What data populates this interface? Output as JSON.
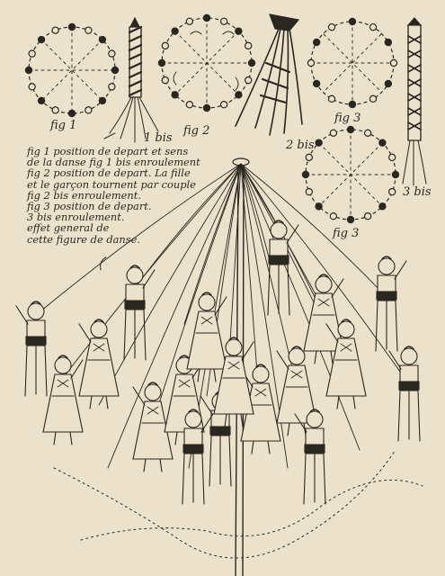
{
  "figure_labels": {
    "fig1": "fig 1",
    "fig1bis": "1 bis",
    "fig2": "fig 2",
    "fig3_top": "fig 3",
    "fig2bis": "2 bis",
    "fig3bis": "3 bis",
    "fig3_bottom": "fig 3"
  },
  "legend_lines": [
    "fig 1  position de depart et sens",
    "de la danse  fig 1 bis enroulement",
    "fig 2  position de depart. La fille",
    "et le garçon tournent par couple",
    "fig 2 bis  enroulement.",
    "fig 3  position de depart.",
    "3 bis  enroulement.",
    "effet general de",
    "cette figure de danse."
  ]
}
